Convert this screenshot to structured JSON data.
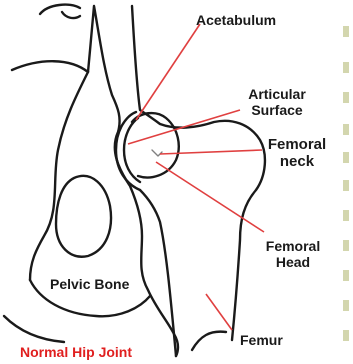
{
  "labels": {
    "acetabulum": "Acetabulum",
    "articular_surface_line1": "Articular",
    "articular_surface_line2": "Surface",
    "femoral_neck_line1": "Femoral",
    "femoral_neck_line2": "neck",
    "femoral_head_line1": "Femoral",
    "femoral_head_line2": "Head",
    "pelvic_bone": "Pelvic Bone",
    "femur": "Femur"
  },
  "caption": "Normal Hip Joint",
  "colors": {
    "caption": "#e01f1f",
    "leader_lines": "#e04040",
    "outline": "#1a1a1a",
    "side_marks": "#d3d6ae"
  },
  "icons": [
    "pelvis-outline-icon",
    "femur-outline-icon"
  ]
}
